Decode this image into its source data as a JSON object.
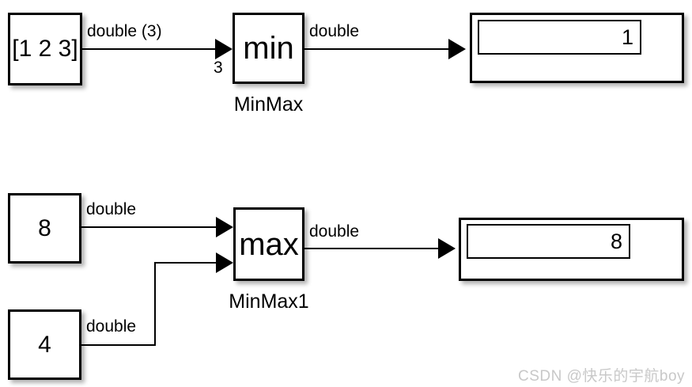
{
  "diagram": {
    "type": "simulink-block-diagram",
    "background": "#ffffff",
    "line_color": "#000000",
    "watermark": "CSDN @快乐的宇航boy"
  },
  "rows": [
    {
      "id": "row-min",
      "source": {
        "label": "[1 2 3]",
        "name": "constant-vector-block"
      },
      "source_signal": {
        "label": "double (3)",
        "width_label": "3"
      },
      "operator": {
        "label": "min",
        "name": "MinMax"
      },
      "operator_signal": {
        "label": "double"
      },
      "display": {
        "value": "1"
      }
    },
    {
      "id": "row-max",
      "source_a": {
        "label": "8",
        "name": "constant-8-block"
      },
      "source_a_signal": {
        "label": "double"
      },
      "source_b": {
        "label": "4",
        "name": "constant-4-block"
      },
      "source_b_signal": {
        "label": "double"
      },
      "operator": {
        "label": "max",
        "name": "MinMax1"
      },
      "operator_signal": {
        "label": "double"
      },
      "display": {
        "value": "8"
      }
    }
  ]
}
